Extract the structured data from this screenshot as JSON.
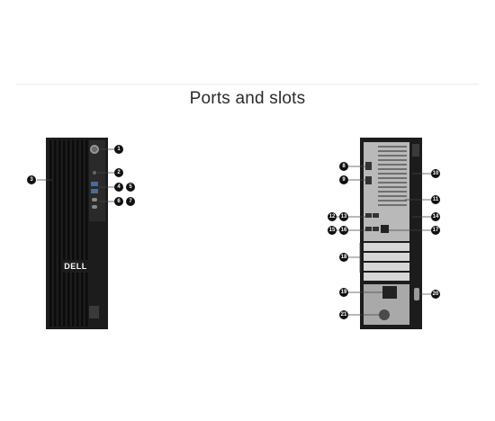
{
  "page": {
    "title": "Ports and slots"
  },
  "front": {
    "logo": "DELL",
    "callouts": [
      "1",
      "2",
      "3",
      "4",
      "5",
      "6",
      "7"
    ]
  },
  "rear": {
    "callouts": [
      "8",
      "9",
      "10",
      "11",
      "12",
      "13",
      "14",
      "15",
      "16",
      "17",
      "18",
      "19",
      "20",
      "21"
    ]
  },
  "colors": {
    "chassis": "#1c1c1c",
    "callout": "#111111",
    "title": "#2b2b2b"
  }
}
